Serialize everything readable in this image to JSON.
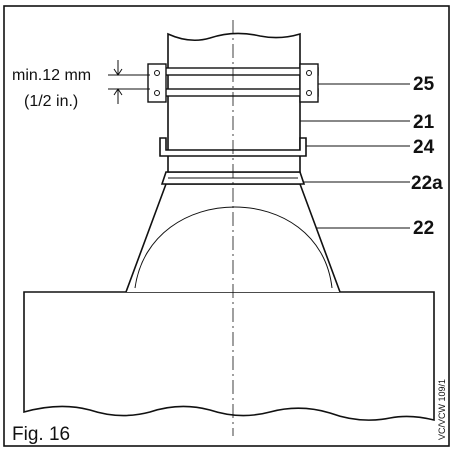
{
  "figure": {
    "caption": "Fig. 16",
    "code": "VC/VCW 109/1",
    "dimension_note": {
      "line1": "min.12 mm",
      "line2": "(1/2 in.)"
    },
    "parts": [
      {
        "id": "clamp",
        "label": "25"
      },
      {
        "id": "pipe",
        "label": "21"
      },
      {
        "id": "bracket",
        "label": "24"
      },
      {
        "id": "collar",
        "label": "22a"
      },
      {
        "id": "hood",
        "label": "22"
      }
    ]
  }
}
